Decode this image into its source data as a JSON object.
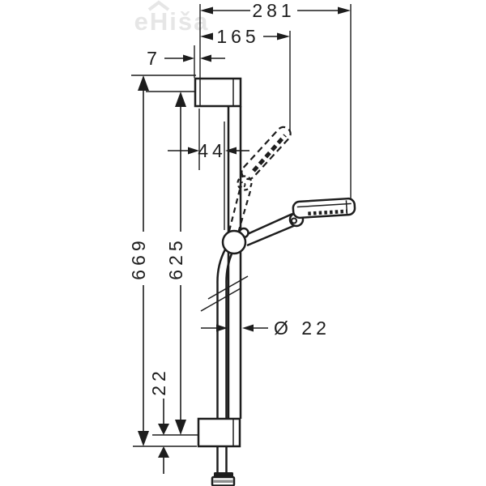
{
  "watermark": {
    "text": "eHiša"
  },
  "dimensions": {
    "total_width": "281",
    "upper_width": "165",
    "wall_offset": "7",
    "rail_offset": "44",
    "total_height": "669",
    "bar_height": "625",
    "bottom_offset": "22",
    "rail_diameter": "Ø 22"
  },
  "colors": {
    "line": "#1d1d1d",
    "watermark": "#e6e6e6",
    "nut_band": "#8f8f8f",
    "background": "#ffffff"
  }
}
